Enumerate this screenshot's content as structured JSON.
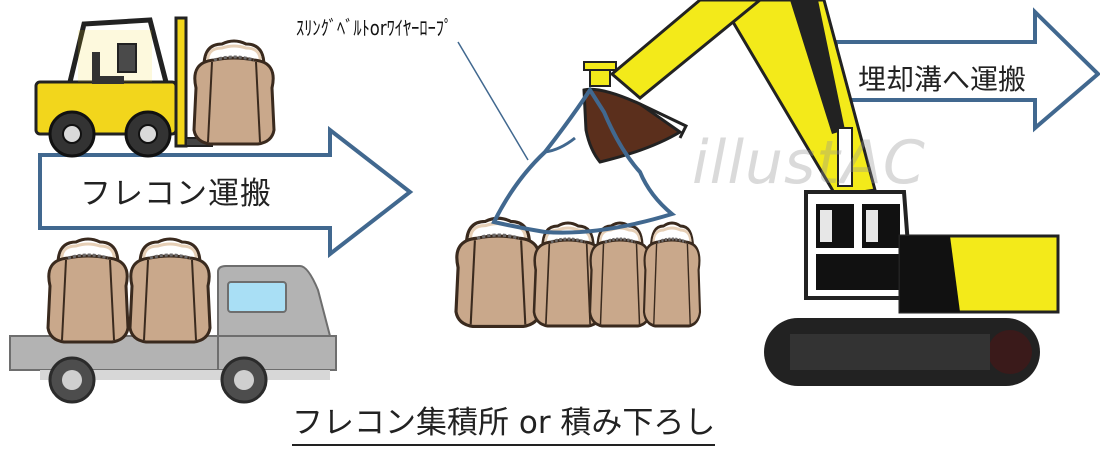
{
  "labels": {
    "sling": "ｽﾘﾝｸﾞﾍﾞﾙﾄorﾜｲﾔｰﾛｰﾌﾟ",
    "left_arrow": "フレコン運搬",
    "right_arrow": "埋却溝へ運搬",
    "bottom_caption": "フレコン集積所 or 積み下ろし",
    "watermark": "illustAC"
  },
  "colors": {
    "arrow_outline": "#41688f",
    "bag_fill": "#c9a88b",
    "bag_outline": "#3a2a1e",
    "excavator_yellow": "#f3ea1a",
    "forklift_yellow": "#f2d61c",
    "truck_gray": "#b3b3b3",
    "truck_window": "#a9dff5",
    "bucket_brown": "#5b2f1c",
    "sling_blue": "#41688f"
  },
  "icons": {
    "forklift": "forklift-icon",
    "truck": "truck-icon",
    "excavator": "excavator-icon",
    "bag": "flexible-container-bag-icon"
  }
}
